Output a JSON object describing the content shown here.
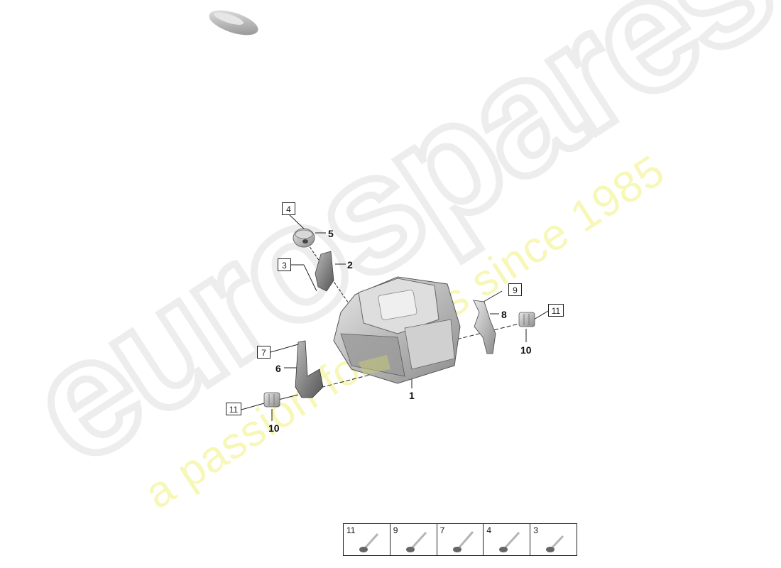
{
  "watermark": {
    "logo": "eurospares",
    "slogan": "a passion for parts since 1985"
  },
  "diagram": {
    "callouts": {
      "p1": "1",
      "p2": "2",
      "p5": "5",
      "p6": "6",
      "p8": "8",
      "p10a": "10",
      "p10b": "10"
    },
    "boxed_labels": {
      "b3": "3",
      "b4": "4",
      "b7": "7",
      "b9": "9",
      "b11a": "11",
      "b11b": "11"
    }
  },
  "legend": {
    "items": [
      {
        "number": "11",
        "icon": "bolt-icon"
      },
      {
        "number": "9",
        "icon": "bolt-icon"
      },
      {
        "number": "7",
        "icon": "bolt-icon"
      },
      {
        "number": "4",
        "icon": "bolt-icon"
      },
      {
        "number": "3",
        "icon": "bolt-icon"
      }
    ]
  }
}
